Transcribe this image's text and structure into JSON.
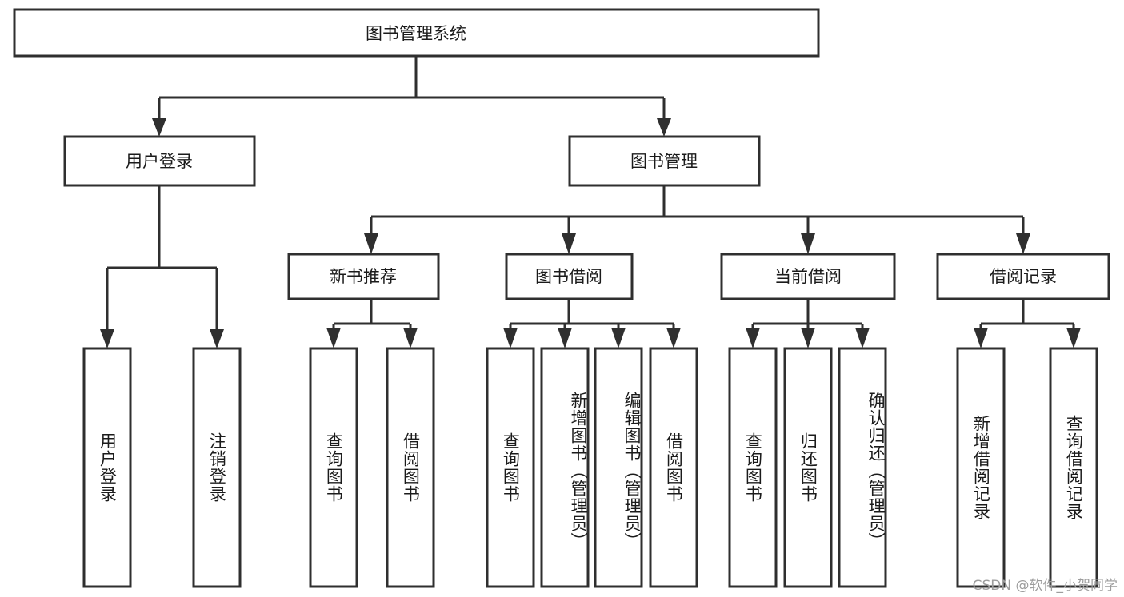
{
  "diagram": {
    "type": "tree-hierarchy",
    "title": "图书管理系统",
    "root": {
      "label": "图书管理系统"
    },
    "level1": [
      {
        "label": "用户登录"
      },
      {
        "label": "图书管理"
      }
    ],
    "level2": [
      {
        "label": "新书推荐",
        "parent": "图书管理"
      },
      {
        "label": "图书借阅",
        "parent": "图书管理"
      },
      {
        "label": "当前借阅",
        "parent": "图书管理"
      },
      {
        "label": "借阅记录",
        "parent": "图书管理"
      }
    ],
    "leaves": {
      "user_login": [
        {
          "label": "用户登录"
        },
        {
          "label": "注销登录"
        }
      ],
      "new_book_recommend": [
        {
          "label": "查询图书"
        },
        {
          "label": "借阅图书"
        }
      ],
      "book_borrow": [
        {
          "label": "查询图书"
        },
        {
          "label": "新增图书（管理员）"
        },
        {
          "label": "编辑图书（管理员）"
        },
        {
          "label": "借阅图书"
        }
      ],
      "current_borrow": [
        {
          "label": "查询图书"
        },
        {
          "label": "归还图书"
        },
        {
          "label": "确认归还（管理员）"
        }
      ],
      "borrow_record": [
        {
          "label": "新增借阅记录"
        },
        {
          "label": "查询借阅记录"
        }
      ]
    }
  },
  "watermark": {
    "text": "CSDN @软件_小贺同学"
  },
  "colors": {
    "stroke": "#2f2f2f",
    "fill": "#ffffff",
    "text": "#1b1b1b",
    "watermark": "#9d9d9d"
  }
}
